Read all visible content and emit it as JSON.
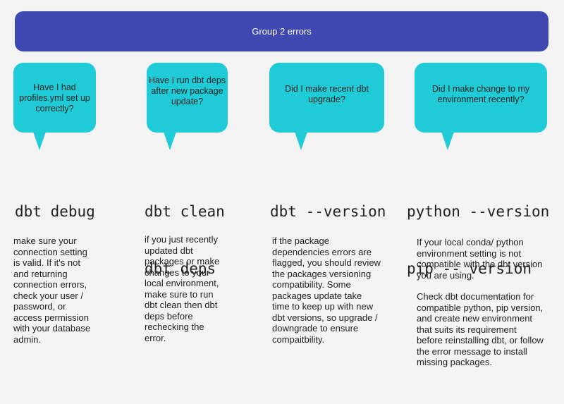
{
  "header": {
    "title": "Group 2 errors"
  },
  "columns": [
    {
      "question": "Have I had profiles.yml set up correctly?",
      "commands": [
        "dbt debug"
      ],
      "description": [
        "make sure your connection setting is valid. If it's not and returning connection errors, check your user / password, or access permission with your database admin."
      ]
    },
    {
      "question": "Have I run dbt deps after new package update?",
      "commands": [
        "dbt clean",
        "dbt deps"
      ],
      "description": [
        "if you just recently updated dbt packages or make changes to your local environment, make sure to run dbt clean then dbt deps before rechecking the error."
      ]
    },
    {
      "question": "Did I make recent dbt upgrade?",
      "commands": [
        "dbt --version"
      ],
      "description": [
        "if the package dependencies errors are flagged, you should review the packages versioning compatibility. Some packages update take time to keep up with new dbt versions, so upgrade / downgrade to ensure compaitbility."
      ]
    },
    {
      "question": "Did I make change to my environment recently?",
      "commands": [
        "python --version",
        "pip -- version"
      ],
      "description": [
        "If your local conda/ python environment setting is not compatible with the dbt version you are using.",
        "Check dbt documentation for compatible python, pip version, and create new environment that suits its requirement before reinstalling dbt, or follow the error message to install missing packages."
      ]
    }
  ]
}
